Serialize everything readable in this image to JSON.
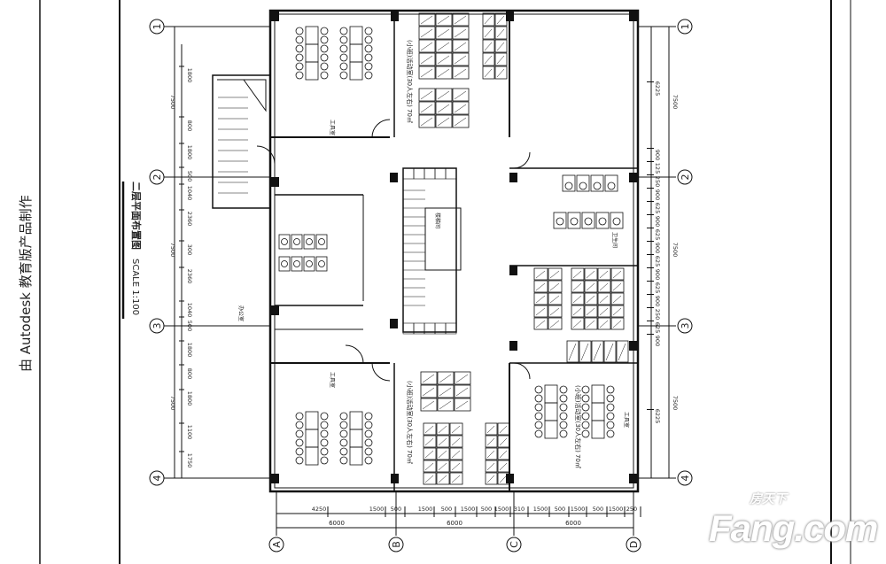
{
  "sheet": {
    "credit": "由 Autodesk 教育版产品制作",
    "title": "二层平面布置图",
    "scale": "SCALE 1:100"
  },
  "grid": {
    "rows": [
      "1",
      "2",
      "3",
      "4"
    ],
    "columns": [
      "A",
      "B",
      "C",
      "D"
    ]
  },
  "dimensions": {
    "left_outer": [
      "7500",
      "7500",
      "7500"
    ],
    "left_inner": [
      "1800",
      "800",
      "1800",
      "500",
      "1040",
      "2360",
      "300",
      "2360",
      "1040",
      "500",
      "1800",
      "800",
      "1800",
      "1100",
      "1750"
    ],
    "right_outer": [
      "7500",
      "7500",
      "7500"
    ],
    "right_inner": [
      "6225",
      "900",
      "125",
      "250",
      "900",
      "625",
      "900",
      "625",
      "900",
      "625",
      "900",
      "625",
      "900",
      "250",
      "625",
      "900",
      "6225"
    ],
    "bottom_outer": [
      "6000",
      "6000",
      "6000"
    ],
    "bottom_inner": [
      "4250",
      "1500",
      "500",
      "1500",
      "500",
      "1500",
      "500",
      "1500",
      "310",
      "1500",
      "500",
      "1500",
      "500",
      "1500",
      "250"
    ]
  },
  "rooms": {
    "classroom_label": "(小班)活动室(30人左右) 70㎡",
    "tool_room": "工具室",
    "stair_label": "楼梯间",
    "toilet": "卫生间",
    "office": "办公室"
  },
  "watermark": {
    "brand": "Fang.com",
    "brand_cn": "房天下"
  }
}
